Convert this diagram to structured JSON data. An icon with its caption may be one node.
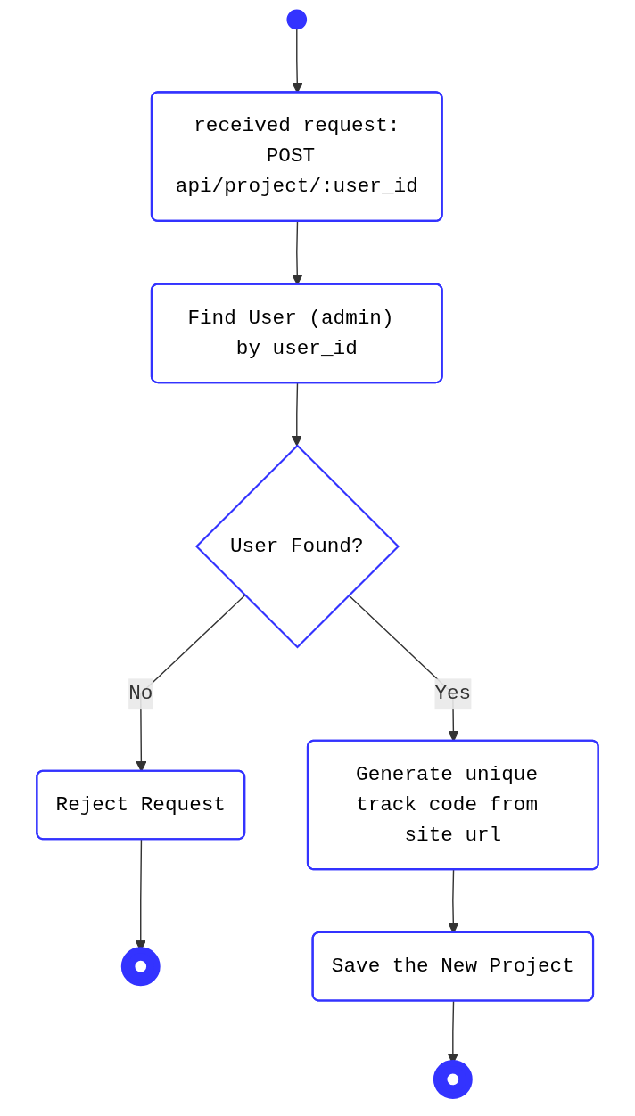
{
  "diagram": {
    "nodes": [
      {
        "text": [],
        "shape": "circle"
      },
      {
        "text": [
          "received request:",
          "POST api/project/:user_id"
        ]
      },
      {
        "text": [
          "Find User (admin) by user_id"
        ]
      },
      {
        "text": [
          "User Found?"
        ]
      },
      {
        "text": [
          "Reject Request"
        ]
      },
      {
        "text": [],
        "shape": "circle"
      },
      {
        "text": [
          "Generate unique track code from site url"
        ]
      },
      {
        "text": [
          "Save the New Project"
        ]
      },
      {
        "text": [],
        "shape": "circle"
      }
    ],
    "edges": [
      {
        "from": 0,
        "to": 1,
        "arrow": "to"
      },
      {
        "from": 1,
        "to": 2,
        "arrow": "to"
      },
      {
        "from": 2,
        "to": 3,
        "arrow": "to"
      },
      {
        "from": 3,
        "to": 4,
        "arrow": "to",
        "label": "No"
      },
      {
        "from": 4,
        "to": 5,
        "arrow": "to"
      },
      {
        "from": 3,
        "to": 6,
        "arrow": "to",
        "label": "Yes"
      },
      {
        "from": 6,
        "to": 7,
        "arrow": "to"
      },
      {
        "from": 7,
        "to": 8,
        "arrow": "to"
      }
    ]
  }
}
